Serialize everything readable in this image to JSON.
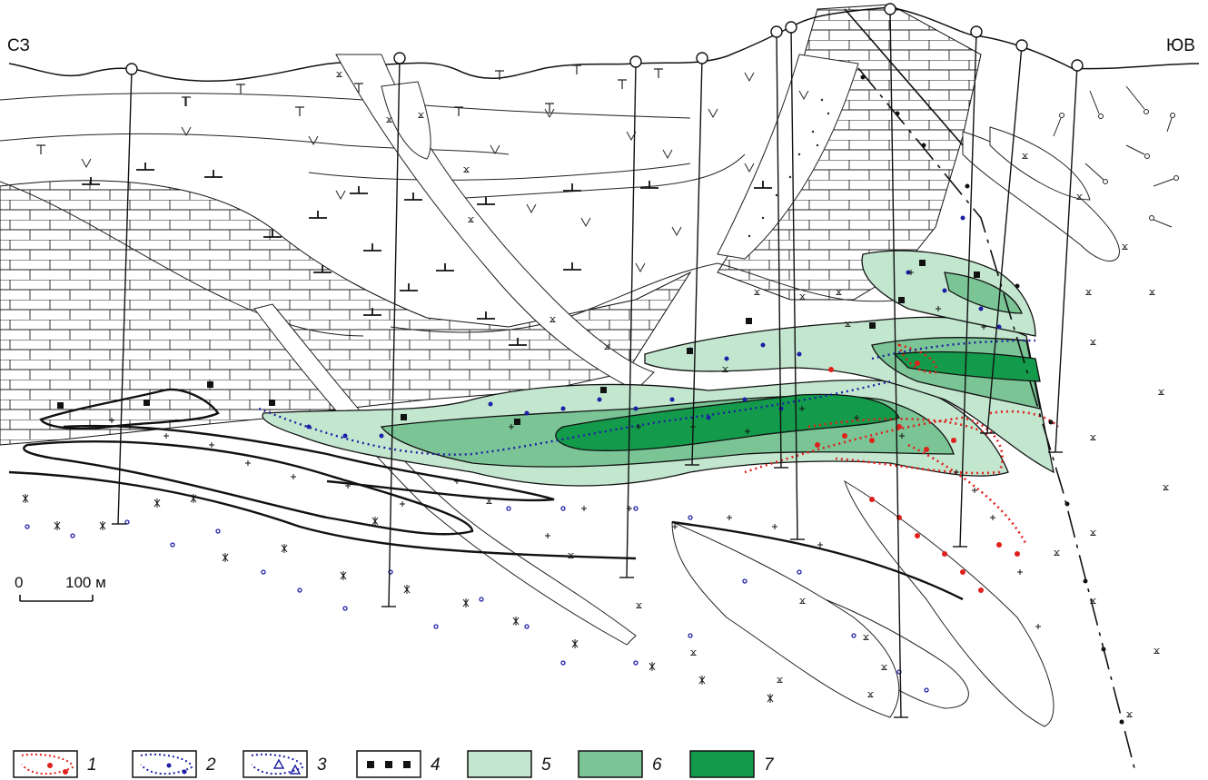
{
  "header": {
    "left_direction": "СЗ",
    "right_direction": "ЮВ"
  },
  "scale_bar": {
    "zero_label": "0",
    "length_label": "100 м"
  },
  "colors": {
    "ore_zone_light": "#c3e6cf",
    "ore_zone_medium": "#7ac495",
    "ore_zone_dark": "#139b4b",
    "contour_red": "#e0201b",
    "contour_blue": "#1d1fa6"
  },
  "legend": [
    {
      "number": "1",
      "symbol": "red-dotted-contour-with-dots"
    },
    {
      "number": "2",
      "symbol": "blue-dotted-contour-with-dots"
    },
    {
      "number": "3",
      "symbol": "blue-dotted-contour-with-triangles"
    },
    {
      "number": "4",
      "symbol": "black-squares"
    },
    {
      "number": "5",
      "symbol": "light-green-fill"
    },
    {
      "number": "6",
      "symbol": "medium-green-fill"
    },
    {
      "number": "7",
      "symbol": "dark-green-fill"
    }
  ],
  "map_symbols": {
    "plagiogranite_glyph": "ϫ"
  }
}
